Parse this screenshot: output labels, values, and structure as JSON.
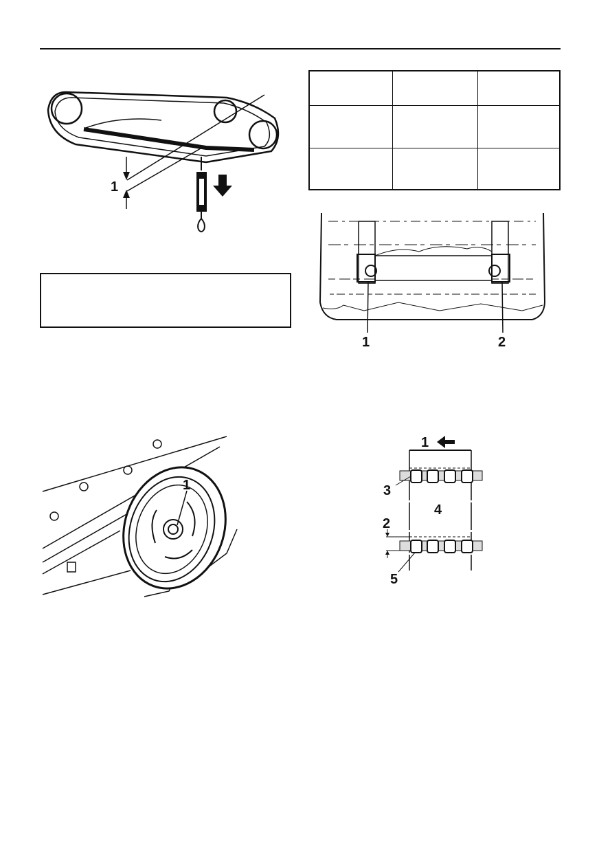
{
  "figures": {
    "belt_deflection": {
      "callouts": [
        "1"
      ]
    },
    "track_alignment": {
      "callouts": [
        "1",
        "2"
      ]
    },
    "wheel": {
      "callouts": [
        "1"
      ]
    },
    "track_clearance": {
      "callouts": [
        "1",
        "2",
        "3",
        "4",
        "5"
      ]
    }
  },
  "spec_table": {
    "rows": [
      [
        "",
        "",
        ""
      ],
      [
        "",
        "",
        ""
      ],
      [
        "",
        "",
        ""
      ]
    ]
  },
  "note_box": {
    "text": ""
  }
}
